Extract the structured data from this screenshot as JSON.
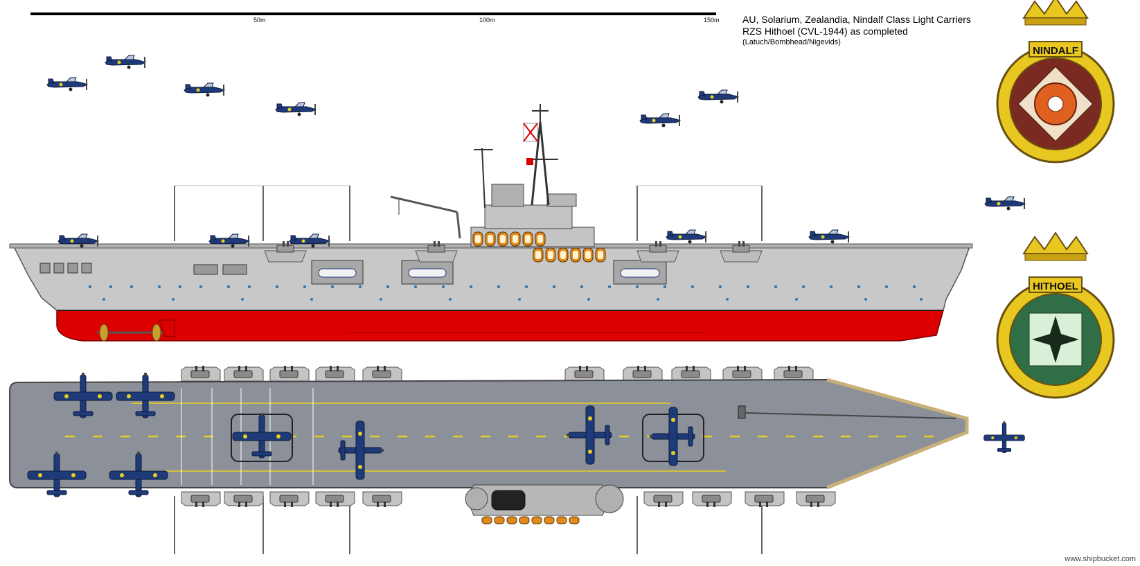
{
  "title": {
    "line1": "AU, Solarium, Zealandia, Nindalf Class Light Carriers",
    "line2": "RZS Hithoel (CVL-1944) as completed",
    "line3": "(Latuch/Bombhead/Nigevids)"
  },
  "scale": {
    "labels": [
      "50m",
      "100m",
      "150m"
    ],
    "fractions": [
      0.33,
      0.66,
      1.0
    ]
  },
  "crests": [
    {
      "name": "NINDALF",
      "ring_color": "#e8c820",
      "field_color": "#7a2a20",
      "icon": "flower-emblem-icon"
    },
    {
      "name": "HITHOEL",
      "ring_color": "#e8c820",
      "field_color": "#2f6e46",
      "icon": "star-emblem-icon"
    }
  ],
  "colors": {
    "hull_grey": "#c8c8c8",
    "deck_grey": "#8c9199",
    "antifouling_red": "#dd0000",
    "aircraft_blue": "#1f3a78",
    "centerline_yellow": "#e8d020"
  },
  "watermark": "www.shipbucket.com"
}
